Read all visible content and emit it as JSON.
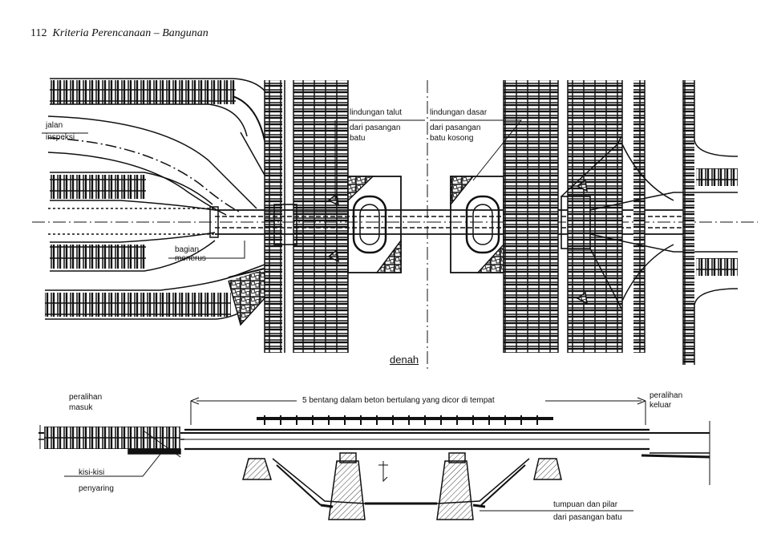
{
  "header": {
    "page_number": "112",
    "title": "Kriteria Perencanaan – Bangunan"
  },
  "plan": {
    "title": "denah",
    "labels": {
      "jalan": "jalan",
      "inspeksi": "inspeksi",
      "lindungan_talut": "lindungan talut",
      "dari_pasangan": "dari pasangan",
      "batu": "batu",
      "lindungan_dasar": "lindungan dasar",
      "dari_pasangan_2": "dari pasangan",
      "batu_kosong": "batu kosong",
      "bagian": "bagian",
      "menerus": "menerus"
    }
  },
  "section": {
    "span_note": "5 bentang dalam beton bertulang yang dicor di tempat",
    "peralihan_masuk_1": "peralihan",
    "peralihan_masuk_2": "masuk",
    "peralihan_keluar_1": "peralihan",
    "peralihan_keluar_2": "keluar",
    "kisi_1": "kisi-kisi",
    "kisi_2": "penyaring",
    "tumpuan_1": "tumpuan dan pilar",
    "tumpuan_2": "dari pasangan batu"
  }
}
